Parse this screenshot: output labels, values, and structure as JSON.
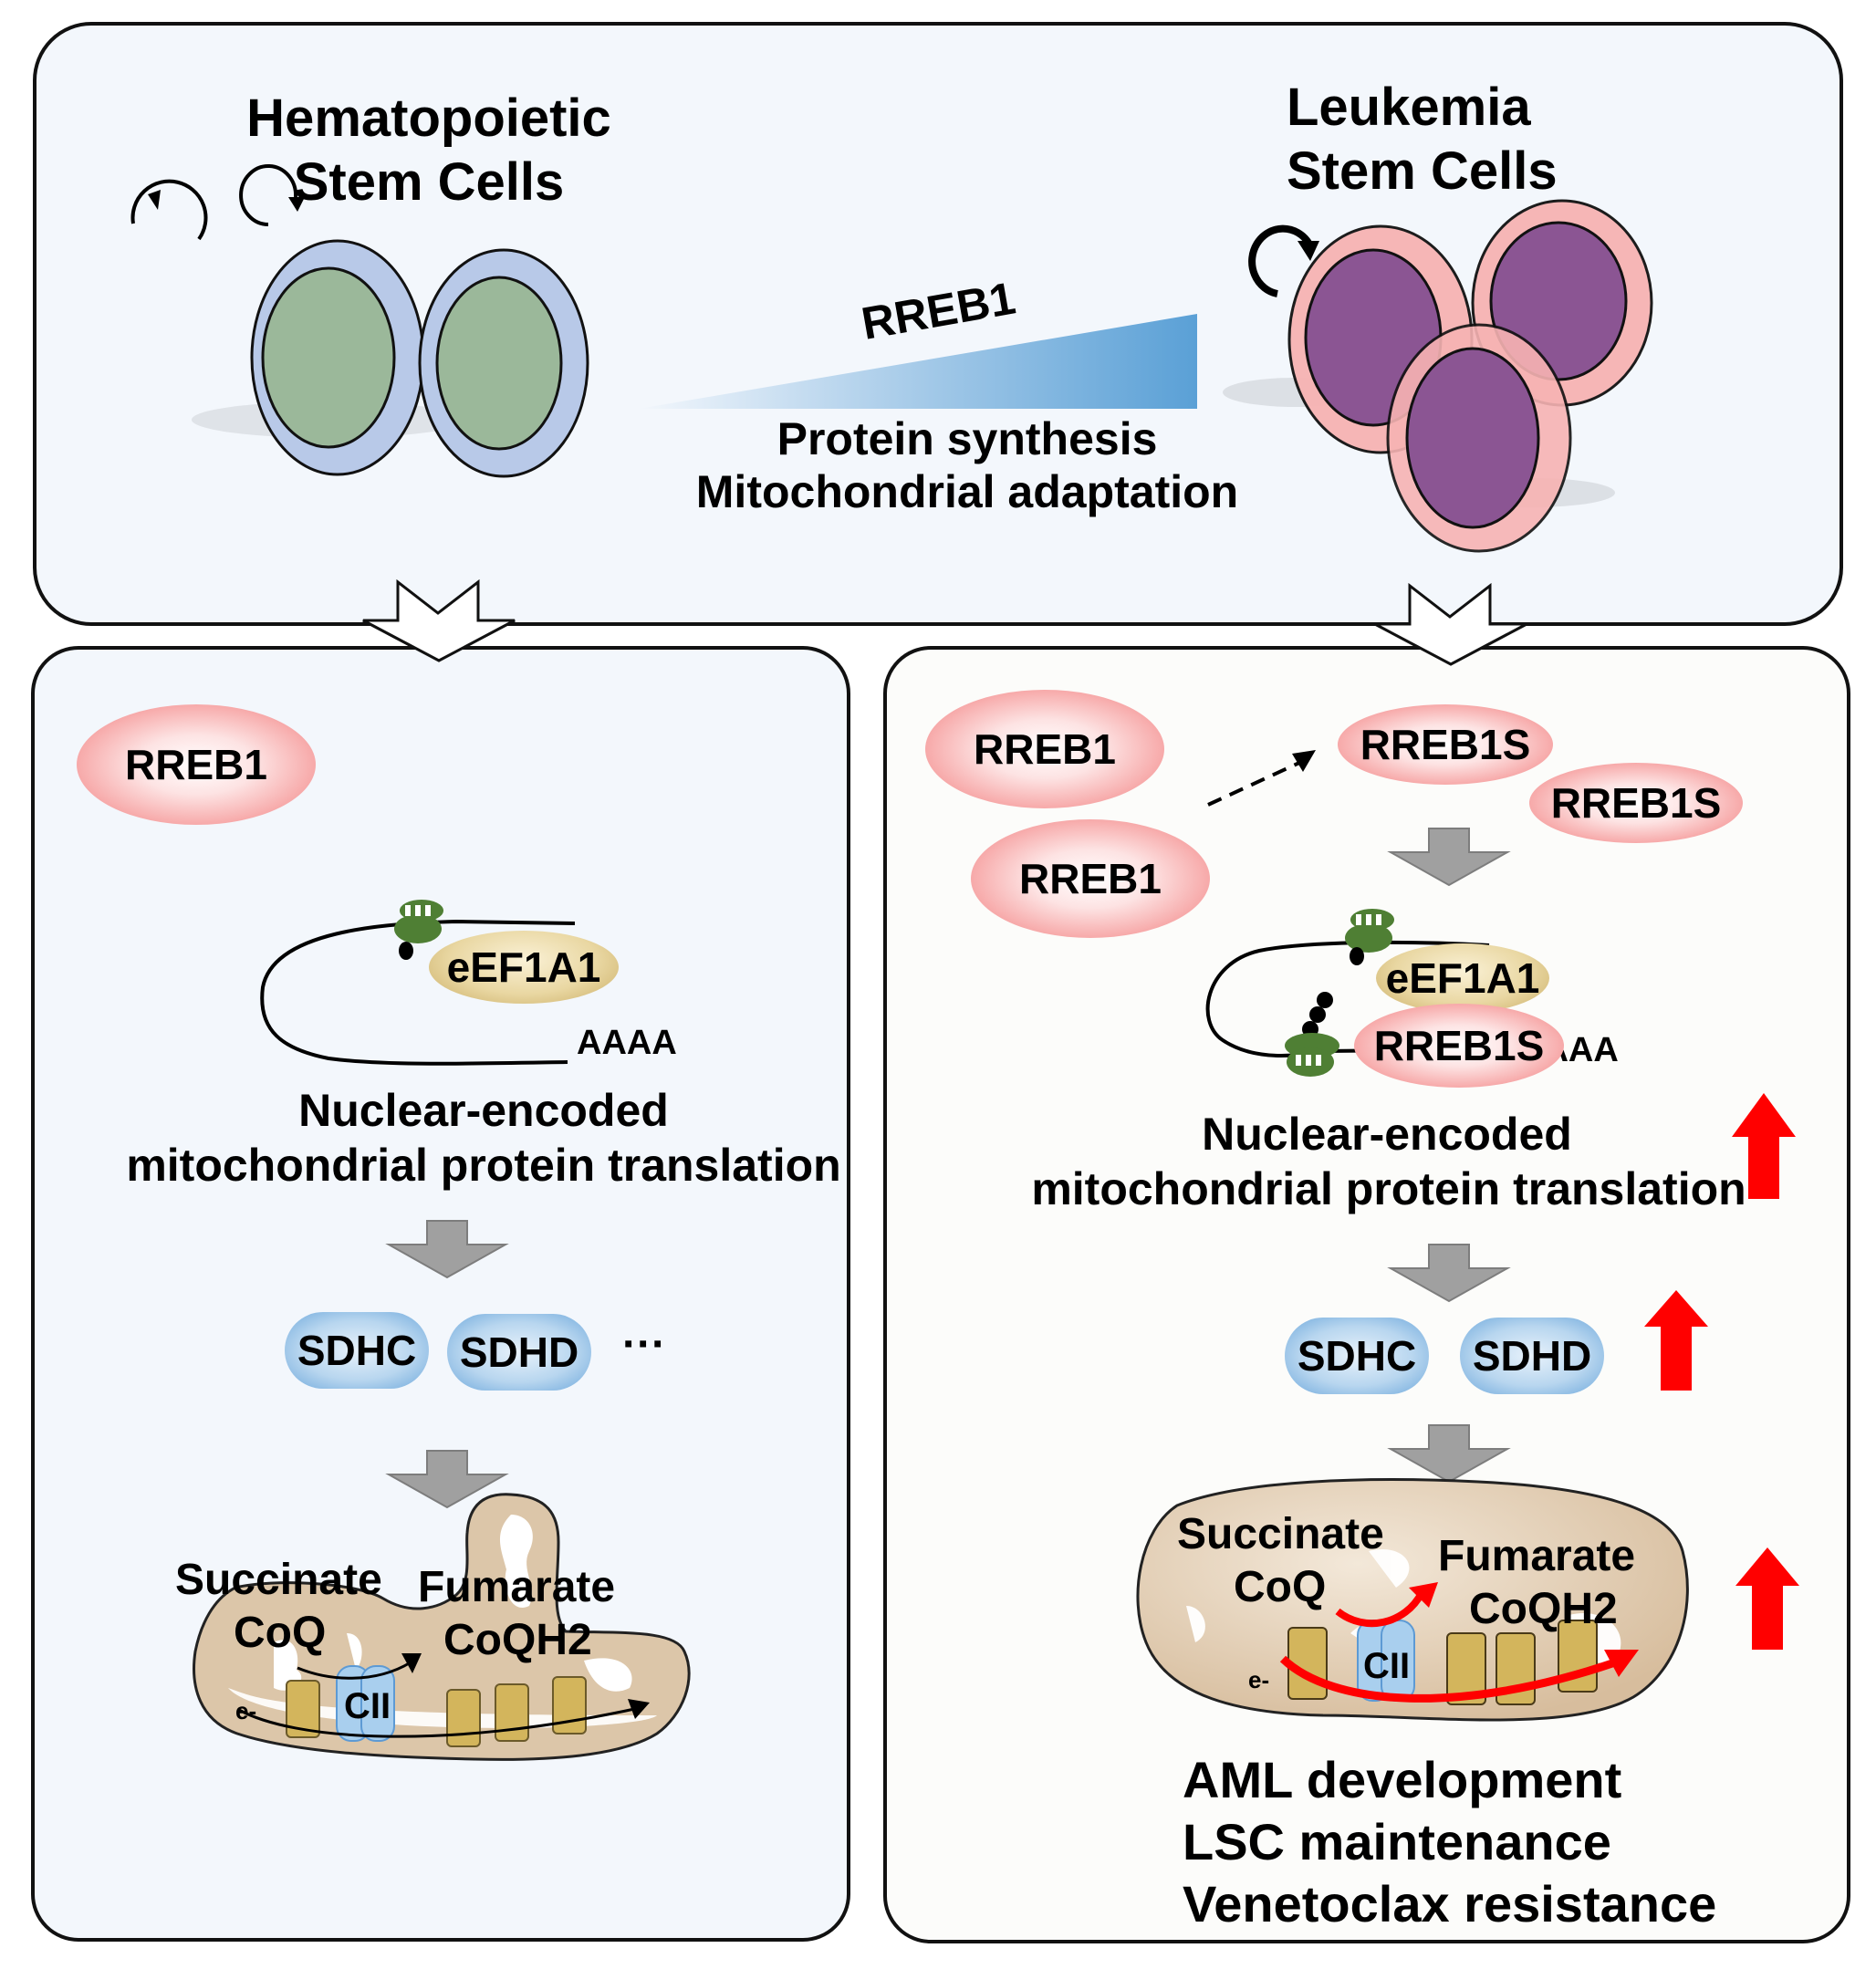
{
  "top_panel": {
    "hsc_title_line1": "Hematopoietic",
    "hsc_title_line2": "Stem Cells",
    "lsc_title_line1": "Leukemia",
    "lsc_title_line2": "Stem Cells",
    "gradient_label": "RREB1",
    "effect_line1": "Protein synthesis",
    "effect_line2": "Mitochondrial adaptation"
  },
  "left_panel": {
    "rreb1_label": "RREB1",
    "eef1a1_label": "eEF1A1",
    "polya_label": "AAAA",
    "translation_line1": "Nuclear-encoded",
    "translation_line2": "mitochondrial protein translation",
    "sdhc_label": "SDHC",
    "sdhd_label": "SDHD",
    "ellipsis": "···",
    "succinate": "Succinate",
    "coq": "CoQ",
    "fumarate": "Fumarate",
    "coqh2": "CoQH2",
    "electron": "e-",
    "complex_label": "CII"
  },
  "right_panel": {
    "rreb1_labels": [
      "RREB1",
      "RREB1"
    ],
    "rreb1s_labels": [
      "RREB1S",
      "RREB1S"
    ],
    "eef1a1_label": "eEF1A1",
    "bound_rreb1s_label": "RREB1S",
    "polya_label": "AAAA",
    "translation_line1": "Nuclear-encoded",
    "translation_line2": "mitochondrial protein translation",
    "sdhc_label": "SDHC",
    "sdhd_label": "SDHD",
    "succinate": "Succinate",
    "coq": "CoQ",
    "fumarate": "Fumarate",
    "coqh2": "CoQH2",
    "electron": "e-",
    "complex_label": "CII",
    "outcomes": [
      "AML development",
      "LSC maintenance",
      "Venetoclax resistance"
    ]
  },
  "colors": {
    "hsc_membrane": "#b8c9e8",
    "hsc_nucleus": "#9bb89a",
    "lsc_membrane": "#f7b3b3",
    "lsc_nucleus": "#8b5593",
    "gradient_end": "#5aa0d6",
    "upregulation_arrow": "#ff0000",
    "ribosome": "#4f7f34",
    "flow_arrow": "#a0a0a0"
  },
  "icons": {
    "self_renewal": "circular-arrow",
    "flow": "gray-down-arrow",
    "increase": "red-up-arrow",
    "transition": "white-down-arrow"
  }
}
